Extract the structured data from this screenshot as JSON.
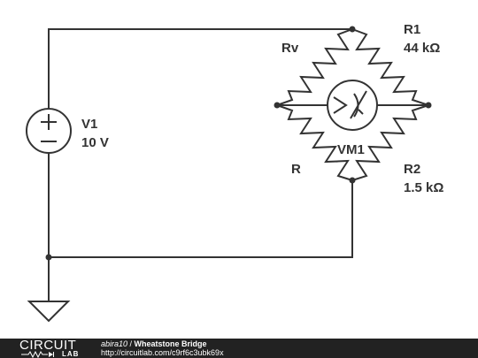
{
  "circuit": {
    "source": {
      "name": "V1",
      "value": "10 V"
    },
    "resistors": {
      "r1": {
        "name": "R1",
        "value": "44 kΩ"
      },
      "r2": {
        "name": "R2",
        "value": "1.5 kΩ"
      },
      "rv": {
        "name": "Rv"
      },
      "r": {
        "name": "R"
      }
    },
    "meter": {
      "name": "VM1"
    }
  },
  "footer": {
    "logo_top": "CIRCUIT",
    "logo_bottom": "LAB",
    "user": "abira10",
    "separator": " / ",
    "title": "Wheatstone Bridge",
    "url": "http://circuitlab.com/c9rf6c3ubk69x"
  },
  "colors": {
    "wire": "#333333",
    "footer_bg": "#222222",
    "text": "#333333"
  }
}
